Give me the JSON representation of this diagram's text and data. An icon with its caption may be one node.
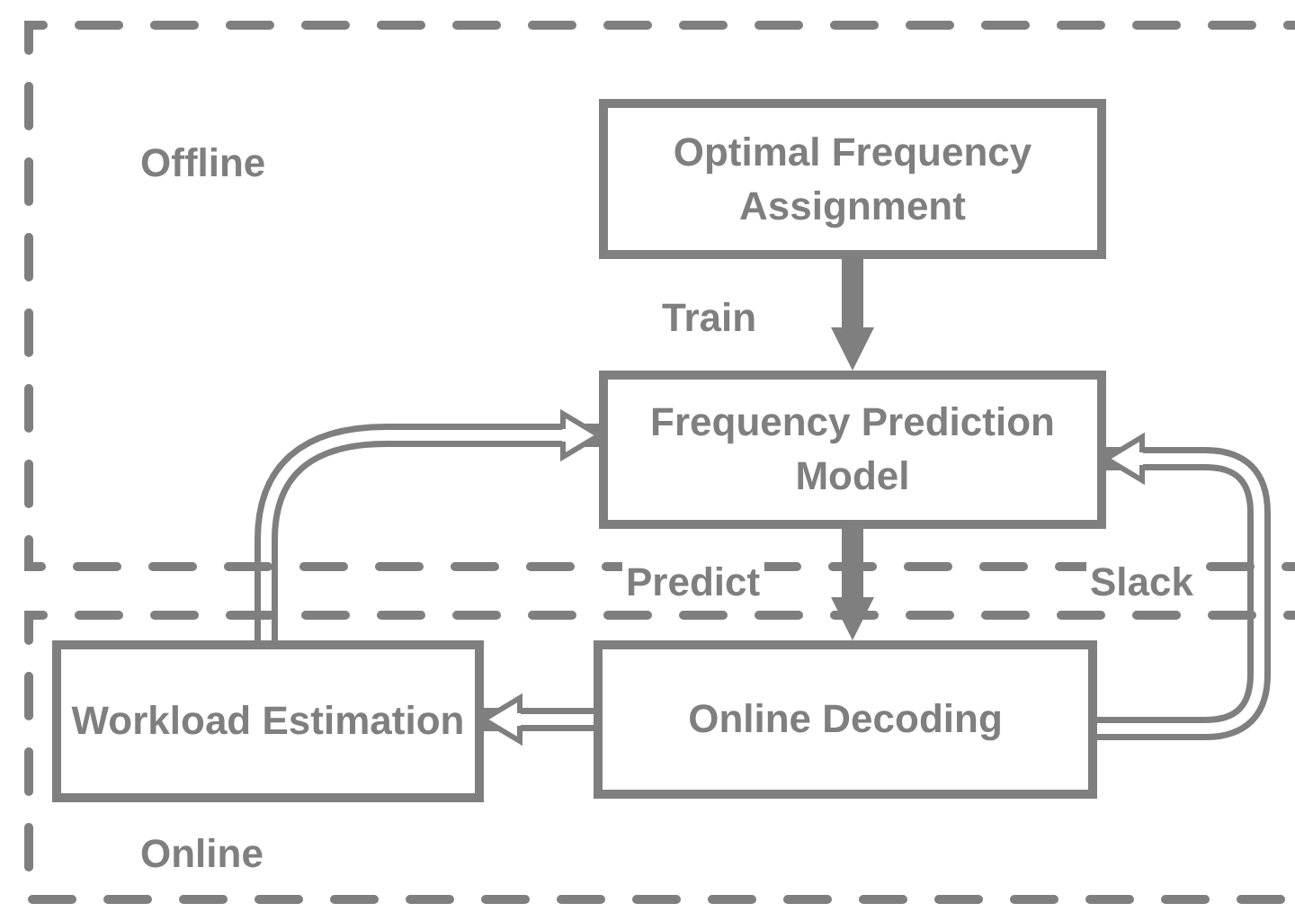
{
  "diagram": {
    "nodes": [
      {
        "text": [
          "Offline"
        ]
      },
      {
        "text": [
          "Optimal Frequency Assignment"
        ],
        "in": 0
      },
      {
        "text": [
          "Frequency Prediction Model"
        ],
        "in": 0
      },
      {
        "text": [
          "Online"
        ]
      },
      {
        "text": [
          "Workload Estimation"
        ],
        "in": 3
      },
      {
        "text": [
          "Online Decoding"
        ],
        "in": 3
      }
    ],
    "edges": [
      {
        "from": 1,
        "to": 2,
        "arrow": "to",
        "label": "Train",
        "style": "thick"
      },
      {
        "from": 2,
        "to": 5,
        "arrow": "to",
        "label": "Predict",
        "style": "thick"
      },
      {
        "from": 5,
        "to": 4,
        "arrow": "to"
      },
      {
        "from": 4,
        "to": 2,
        "arrow": "to"
      },
      {
        "from": 5,
        "to": 2,
        "arrow": "to",
        "label": "Slack"
      }
    ]
  }
}
